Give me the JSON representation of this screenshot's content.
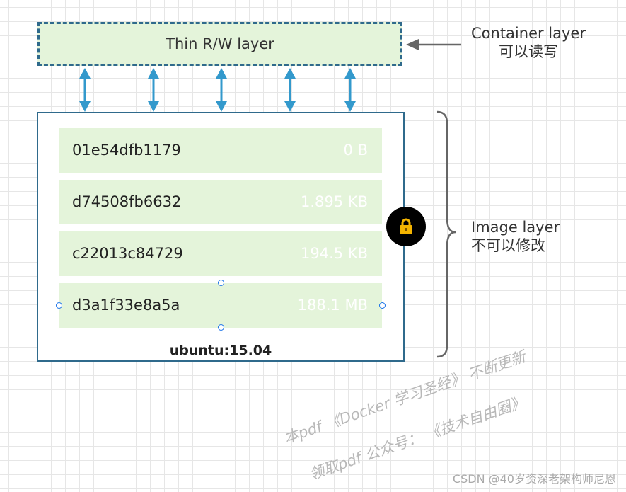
{
  "container_layer": {
    "box_label": "Thin R/W layer",
    "title": "Container layer",
    "subtitle": "可以读写"
  },
  "image_layer": {
    "title": "Image layer",
    "subtitle": "不可以修改",
    "image_name": "ubuntu:15.04",
    "layers": [
      {
        "id": "01e54dfb1179",
        "size": "0 B"
      },
      {
        "id": "d74508fb6632",
        "size": "1.895 KB"
      },
      {
        "id": "c22013c84729",
        "size": "194.5 KB"
      },
      {
        "id": "d3a1f33e8a5a",
        "size": "188.1 MB"
      }
    ]
  },
  "lock_icon": "lock-icon",
  "watermark": {
    "line1": "本pdf 《Docker 学习圣经》 不断更新",
    "line2": "领取pdf 公众号： 《技术自由圈》"
  },
  "credit": "CSDN @40岁资深老架构师尼恩",
  "colors": {
    "box_border": "#2f6a8c",
    "layer_fill": "#e4f4da",
    "arrow": "#3399cc",
    "pointer_arrow": "#666666"
  }
}
